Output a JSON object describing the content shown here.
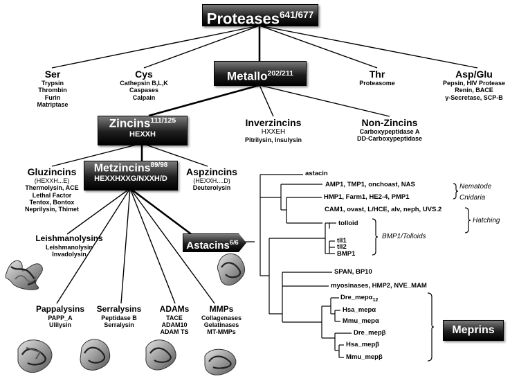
{
  "root": {
    "label": "Proteases",
    "count": "641/677"
  },
  "top_branches": [
    {
      "title": "Ser",
      "items": [
        "Trypsin",
        "Thrombin",
        "Furin",
        "Matriptase"
      ]
    },
    {
      "title": "Cys",
      "items": [
        "Cathepsin B,L,K",
        "Caspases",
        "Calpain"
      ]
    },
    {
      "title": "Thr",
      "items": [
        "Proteasome"
      ]
    },
    {
      "title": "Asp/Glu",
      "items": [
        "Pepsin, HIV Protease",
        "Renin, BACE",
        "γ-Secretase, SCP-B"
      ]
    }
  ],
  "metallo": {
    "label": "Metallo",
    "count": "202/211"
  },
  "metallo_branches": [
    {
      "title": "Inverzincins",
      "motif": "HXXEH",
      "items": [
        "Pitrilysin, Insulysin"
      ]
    },
    {
      "title": "Non-Zincins",
      "items": [
        "Carboxypeptidase A",
        "DD-Carboxypeptidase"
      ]
    }
  ],
  "zincins": {
    "label": "Zincins",
    "count": "111/125",
    "motif": "HEXXH"
  },
  "zincin_branches": [
    {
      "title": "Gluzincins",
      "motif": "(HEXXH...E)",
      "items": [
        "Thermolysin, ACE",
        "Lethal Factor",
        "Tentox, Bontox",
        "Neprilysin, Thimet"
      ]
    },
    {
      "title": "Aspzincins",
      "motif": "(HEXXH....D)",
      "items": [
        "Deuterolysin"
      ]
    }
  ],
  "metzincins": {
    "label": "Metzincins",
    "count": "89/98",
    "motif": "HEXXHXXG/NXXH/D"
  },
  "metzincin_families": [
    {
      "title": "Leishmanolysins",
      "items": [
        "Leishmanolysin",
        "Invadolysin"
      ]
    },
    {
      "title": "Pappalysins",
      "items": [
        "PAPP_A",
        "Ulilysin"
      ]
    },
    {
      "title": "Serralysins",
      "items": [
        "Peptidase B",
        "Serralysin"
      ]
    },
    {
      "title": "ADAMs",
      "items": [
        "TACE",
        "ADAM10",
        "ADAM TS"
      ]
    },
    {
      "title": "MMPs",
      "items": [
        "Collagenases",
        "Gelatinases",
        "MT-MMPs"
      ]
    }
  ],
  "astacins": {
    "label": "Astacins",
    "count": "6/6"
  },
  "tree_leaves": {
    "astacin": "astacin",
    "amp": "AMP1, TMP1, onchoast, NAS",
    "hmp": "HMP1, Farm1, HE2-4, PMP1",
    "cam": "CAM1, ovast, L/HCE, alv, neph, UVS.2",
    "tolloid": "tolloid",
    "tll1": "tll1",
    "tll2": "tll2",
    "bmp1": "BMP1",
    "span": "SPAN, BP10",
    "myo": "myosinases, HMP2, NVE_MAM",
    "dre_a": "Dre_mepα",
    "dre_a_sub": "12",
    "hsa_a": "Hsa_mepα",
    "mmu_a": "Mmu_mepα",
    "dre_b": "Dre_mepβ",
    "hsa_b": "Hsa_mepβ",
    "mmu_b": "Mmu_mepβ"
  },
  "clades": {
    "nematode": "Nematode",
    "cnidaria": "Cnidaria",
    "hatching": "Hatching",
    "bmp": "BMP1/Tolloids"
  },
  "meprins": {
    "label": "Meprins"
  }
}
